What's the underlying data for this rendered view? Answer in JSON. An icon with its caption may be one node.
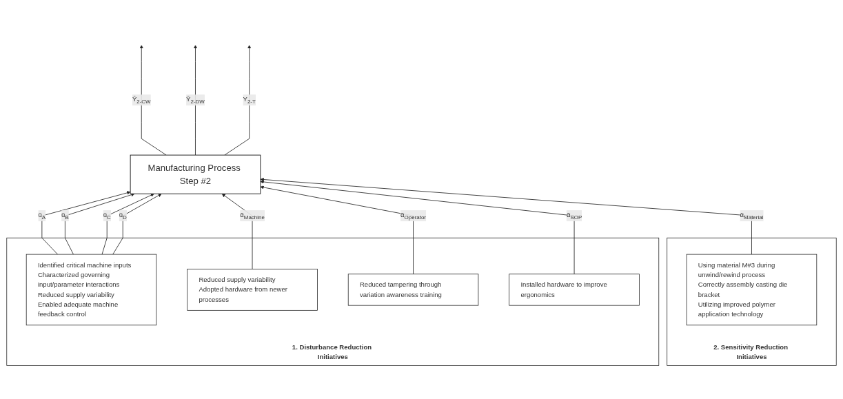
{
  "diagram": {
    "nodes": [
      {
        "text": [
          "Manufacturing Process Step #2"
        ]
      },
      {
        "text": [
          "1. Disturbance Reduction Initiatives"
        ]
      },
      {
        "text": [
          "Identified critical machine inputs",
          "Characterized governing input/parameter interactions",
          "Reduced supply variability",
          "Enabled adequate machine feedback control"
        ],
        "in": 1
      },
      {
        "text": [
          "Reduced supply variability",
          "Adopted hardware from newer processes"
        ],
        "in": 1
      },
      {
        "text": [
          "Reduced tampering through variation awareness training"
        ],
        "in": 1
      },
      {
        "text": [
          "Installed hardware to improve ergonomics"
        ],
        "in": 1
      },
      {
        "text": [
          "2. Sensitivity Reduction Initiatives"
        ]
      },
      {
        "text": [
          "Using material M#3 during unwind/rewind process",
          "Correctly assembly casting die bracket",
          "Utilizing improved polymer application technology"
        ],
        "in": 6
      }
    ],
    "edges": [
      {
        "from": 2,
        "to": 0,
        "arrow": "to",
        "label": "ū$_{A}$"
      },
      {
        "from": 2,
        "to": 0,
        "arrow": "to",
        "label": "ū$_{B}$"
      },
      {
        "from": 2,
        "to": 0,
        "arrow": "to",
        "label": "ū$_{C}$"
      },
      {
        "from": 2,
        "to": 0,
        "arrow": "to",
        "label": "ū$_{D}$"
      },
      {
        "from": 3,
        "to": 0,
        "arrow": "to",
        "label": "ᾱ$_{Machine}$"
      },
      {
        "from": 4,
        "to": 0,
        "arrow": "to",
        "label": "ᾱ$_{Operator}$"
      },
      {
        "from": 5,
        "to": 0,
        "arrow": "to",
        "label": "ᾱ$_{SOP}$"
      },
      {
        "from": 7,
        "to": 0,
        "arrow": "to",
        "label": "ᾱ$_{Material}$"
      },
      {
        "from": 0,
        "to": null,
        "arrow": "to",
        "label": "Ŷ$_{2-CW}$"
      },
      {
        "from": 0,
        "to": null,
        "arrow": "to",
        "label": "Ŷ$_{2-DW}$"
      },
      {
        "from": 0,
        "to": null,
        "arrow": "to",
        "label": "Y$_{2-T}$"
      }
    ]
  }
}
